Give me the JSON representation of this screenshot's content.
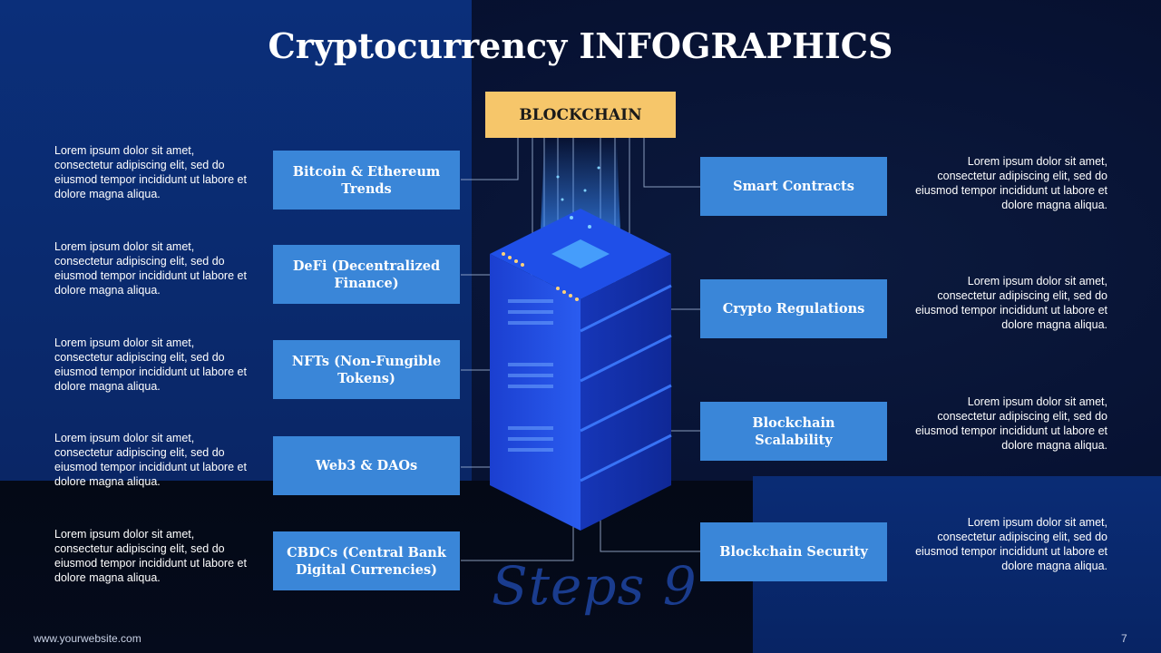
{
  "title": "Cryptocurrency INFOGRAPHICS",
  "center_label": "BLOCKCHAIN",
  "left_nodes": [
    {
      "label": "Bitcoin & Ethereum Trends",
      "desc": "Lorem ipsum dolor sit amet, consectetur adipiscing elit, sed do eiusmod tempor incididunt ut labore et dolore magna aliqua."
    },
    {
      "label": "DeFi (Decentralized Finance)",
      "desc": "Lorem ipsum dolor sit amet, consectetur adipiscing elit, sed do eiusmod tempor incididunt ut labore et dolore magna aliqua."
    },
    {
      "label": "NFTs (Non-Fungible Tokens)",
      "desc": "Lorem ipsum dolor sit amet, consectetur adipiscing elit, sed do eiusmod tempor incididunt ut labore et dolore magna aliqua."
    },
    {
      "label": "Web3 & DAOs",
      "desc": "Lorem ipsum dolor sit amet, consectetur adipiscing elit, sed do eiusmod tempor incididunt ut labore et dolore magna aliqua."
    },
    {
      "label": "CBDCs (Central Bank Digital Currencies)",
      "desc": "Lorem ipsum dolor sit amet, consectetur adipiscing elit, sed do eiusmod tempor incididunt ut labore et dolore magna aliqua."
    }
  ],
  "right_nodes": [
    {
      "label": "Smart Contracts",
      "desc": "Lorem ipsum dolor sit amet, consectetur adipiscing elit, sed do eiusmod tempor incididunt ut labore et dolore magna aliqua."
    },
    {
      "label": "Crypto Regulations",
      "desc": "Lorem ipsum dolor sit amet, consectetur adipiscing elit, sed do eiusmod tempor incididunt ut labore et dolore magna aliqua."
    },
    {
      "label": "Blockchain Scalability",
      "desc": "Lorem ipsum dolor sit amet, consectetur adipiscing elit, sed do eiusmod tempor incididunt ut labore et dolore magna aliqua."
    },
    {
      "label": "Blockchain Security",
      "desc": "Lorem ipsum dolor sit amet, consectetur adipiscing elit, sed do eiusmod tempor incididunt ut labore et dolore magna aliqua."
    }
  ],
  "watermark": "Steps 9",
  "footer": {
    "url": "www.yourwebsite.com",
    "page_number": "7"
  },
  "colors": {
    "node_blue": "#3a86d8",
    "center_gold": "#f6c66a",
    "background": "#071233"
  },
  "illustration": "isometric-server-stack-icon"
}
